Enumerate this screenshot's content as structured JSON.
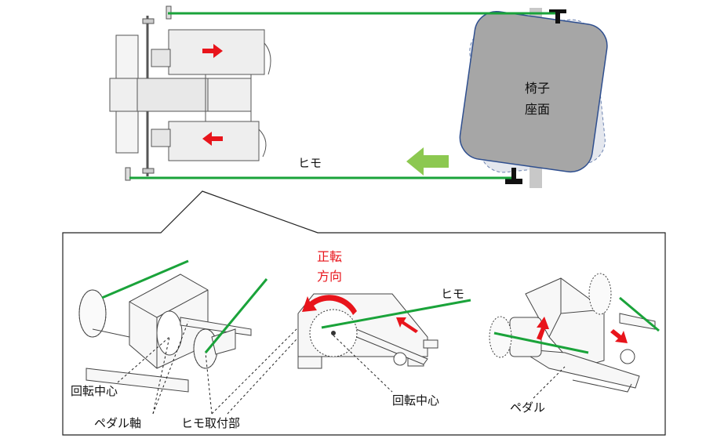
{
  "top_view": {
    "seat_label_line1": "椅子",
    "seat_label_line2": "座面",
    "string_label": "ヒモ"
  },
  "detail": {
    "left": {
      "rotation_center": "回転中心",
      "pedal_axis": "ペダル軸",
      "string_mount": "ヒモ取付部"
    },
    "middle": {
      "forward_line1": "正転",
      "forward_line2": "方向",
      "string_label": "ヒモ",
      "rotation_center": "回転中心"
    },
    "right": {
      "pedal_label": "ペダル"
    }
  },
  "colors": {
    "string_green": "#1aa33a",
    "arrow_red": "#e8141b",
    "arrow_green": "#8cc850",
    "seat_gray": "#a6a6a6",
    "seat_border": "#2f4f8f"
  }
}
